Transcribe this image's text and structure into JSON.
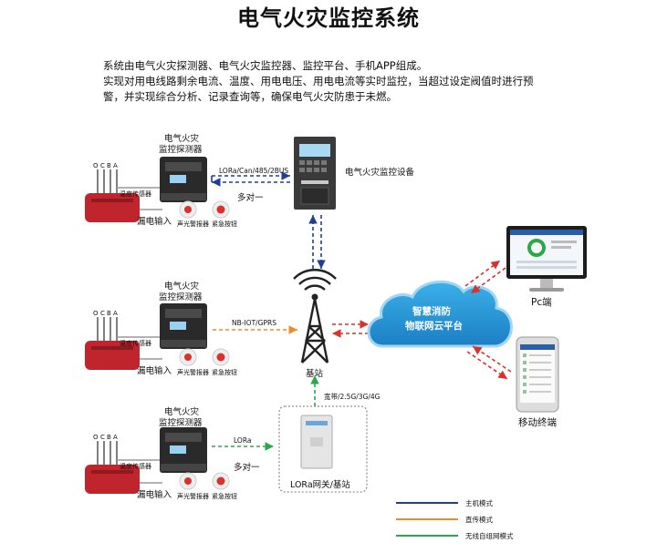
{
  "title": "电气火灾监控系统",
  "intro": [
    "系统由电气火灾探测器、电气火灾监控器、监控平台、手机APP组成。",
    "实现对用电线路剩余电流、温度、用电电压、用电电流等实时监控，当超过设定阀值时进行预",
    "警，并实现综合分析、记录查询等，确保电气火灾防患于未燃。"
  ],
  "rows": [
    {
      "detector_label": [
        "电气火灾",
        "监控探测器"
      ],
      "temp_sensor": "温度传感器",
      "leak_input": "漏电输入",
      "alarm_label": "声光警报器",
      "button_label": "紧急按钮",
      "wire_labels": [
        "O",
        "C",
        "B",
        "A"
      ],
      "link_label": "LORa/Can/485/2BUS",
      "mode_label": "多对一"
    },
    {
      "detector_label": [
        "电气火灾",
        "监控探测器"
      ],
      "temp_sensor": "温度传感器",
      "leak_input": "漏电输入",
      "alarm_label": "声光警报器",
      "button_label": "紧急按钮",
      "wire_labels": [
        "O",
        "C",
        "B",
        "A"
      ],
      "link_label": "NB-IOT/GPRS"
    },
    {
      "detector_label": [
        "电气火灾",
        "监控探测器"
      ],
      "temp_sensor": "温度传感器",
      "leak_input": "漏电输入",
      "alarm_label": "声光警报器",
      "button_label": "紧急按钮",
      "wire_labels": [
        "O",
        "C",
        "B",
        "A"
      ],
      "link_label": "LORa",
      "mode_label": "多对一"
    }
  ],
  "monitor_device": "电气火灾监控设备",
  "base_station": "基站",
  "gateway": "LORa网关/基站",
  "gateway_link": "宽带/2.5G/3G/4G",
  "cloud": [
    "智慧消防",
    "物联网云平台"
  ],
  "pc": "Pc端",
  "mobile": "移动终端",
  "legend": [
    {
      "label": "主机模式",
      "color": "#1f3f8f"
    },
    {
      "label": "直传模式",
      "color": "#f08a24"
    },
    {
      "label": "无线自组网模式",
      "color": "#2ca84a"
    }
  ],
  "colors": {
    "bus": "#1f3f8f",
    "direct": "#f08a24",
    "wireless": "#2ca84a",
    "cloud_link": "#d9312b",
    "sensor": "#c0242c"
  }
}
